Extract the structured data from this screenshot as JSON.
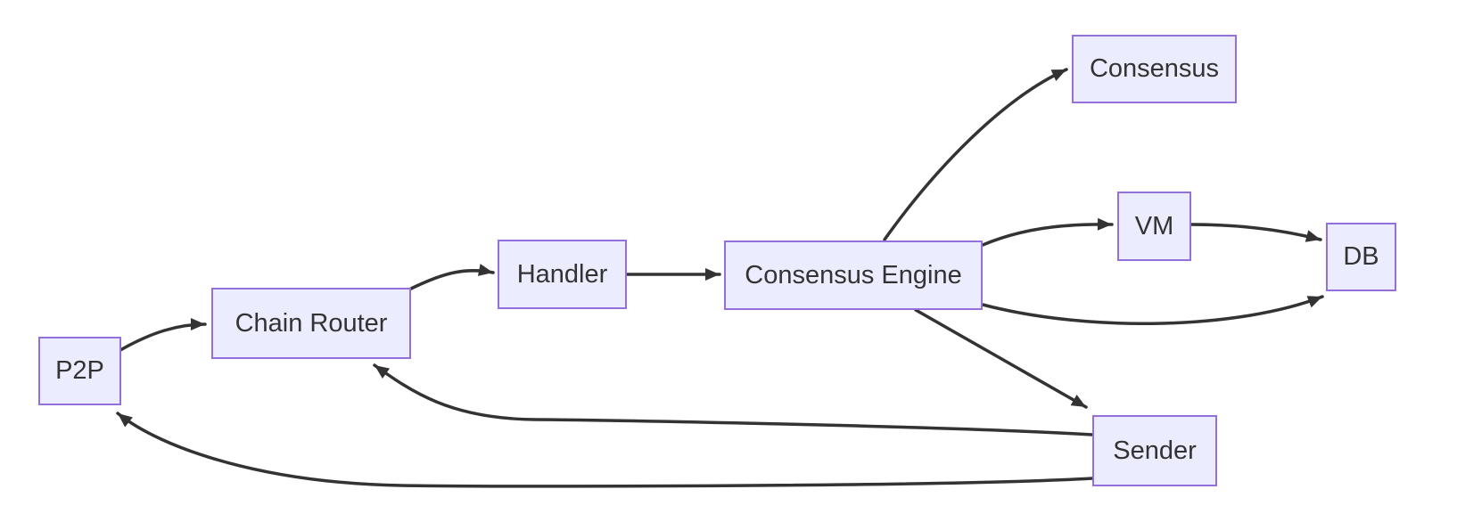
{
  "diagram": {
    "type": "flowchart",
    "background_color": "#ffffff",
    "node_fill_color": "#ECECFF",
    "node_border_color": "#9370DB",
    "edge_color": "#333333",
    "text_color": "#333333",
    "nodes": {
      "p2p": {
        "label": "P2P"
      },
      "chain_router": {
        "label": "Chain Router"
      },
      "handler": {
        "label": "Handler"
      },
      "consensus_engine": {
        "label": "Consensus Engine"
      },
      "consensus": {
        "label": "Consensus"
      },
      "vm": {
        "label": "VM"
      },
      "db": {
        "label": "DB"
      },
      "sender": {
        "label": "Sender"
      }
    },
    "edges": [
      {
        "from": "P2P",
        "to": "Chain Router"
      },
      {
        "from": "Chain Router",
        "to": "Handler"
      },
      {
        "from": "Handler",
        "to": "Consensus Engine"
      },
      {
        "from": "Consensus Engine",
        "to": "Consensus"
      },
      {
        "from": "Consensus Engine",
        "to": "VM"
      },
      {
        "from": "VM",
        "to": "DB"
      },
      {
        "from": "Consensus Engine",
        "to": "DB"
      },
      {
        "from": "Consensus Engine",
        "to": "Sender"
      },
      {
        "from": "Sender",
        "to": "Chain Router"
      },
      {
        "from": "Sender",
        "to": "P2P"
      }
    ]
  }
}
